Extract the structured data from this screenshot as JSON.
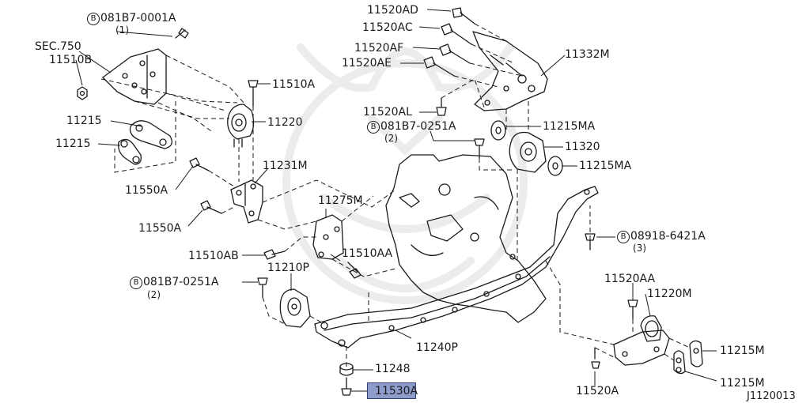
{
  "diagram": {
    "reference_code": "J1120013",
    "highlight_color": "#8e9ccc",
    "bolt_prefix_symbol": "B",
    "labels": [
      {
        "id": "081b7-0001a",
        "text": "081B7-0001A",
        "bolt": true,
        "qty": "(1)"
      },
      {
        "id": "sec750",
        "text": "SEC.750"
      },
      {
        "id": "11510b",
        "text": "11510B"
      },
      {
        "id": "11510a",
        "text": "11510A"
      },
      {
        "id": "11220",
        "text": "11220"
      },
      {
        "id": "11215-upper",
        "text": "11215"
      },
      {
        "id": "11215-lower",
        "text": "11215"
      },
      {
        "id": "11231m",
        "text": "11231M"
      },
      {
        "id": "11550a-upper",
        "text": "11550A"
      },
      {
        "id": "11550a-lower",
        "text": "11550A"
      },
      {
        "id": "11275m",
        "text": "11275M"
      },
      {
        "id": "11510ab",
        "text": "11510AB"
      },
      {
        "id": "11510aa",
        "text": "11510AA"
      },
      {
        "id": "11210p",
        "text": "11210P"
      },
      {
        "id": "081b7-0251a-left",
        "text": "081B7-0251A",
        "bolt": true,
        "qty": "(2)"
      },
      {
        "id": "11248",
        "text": "11248"
      },
      {
        "id": "11530a",
        "text": "11530A",
        "highlighted": true
      },
      {
        "id": "11240p",
        "text": "11240P"
      },
      {
        "id": "11520ad",
        "text": "11520AD"
      },
      {
        "id": "11520ac",
        "text": "11520AC"
      },
      {
        "id": "11520af",
        "text": "11520AF"
      },
      {
        "id": "11520ae",
        "text": "11520AE"
      },
      {
        "id": "11332m",
        "text": "11332M"
      },
      {
        "id": "11520al",
        "text": "11520AL"
      },
      {
        "id": "081b7-0251a-right",
        "text": "081B7-0251A",
        "bolt": true,
        "qty": "(2)"
      },
      {
        "id": "11215ma-upper",
        "text": "11215MA"
      },
      {
        "id": "11320",
        "text": "11320"
      },
      {
        "id": "11215ma-lower",
        "text": "11215MA"
      },
      {
        "id": "08918-6421a",
        "text": "08918-6421A",
        "bolt": true,
        "qty": "(3)"
      },
      {
        "id": "11520aa",
        "text": "11520AA"
      },
      {
        "id": "11220m",
        "text": "11220M"
      },
      {
        "id": "11215m-upper",
        "text": "11215M"
      },
      {
        "id": "11215m-lower",
        "text": "11215M"
      },
      {
        "id": "11520a",
        "text": "11520A"
      }
    ]
  }
}
